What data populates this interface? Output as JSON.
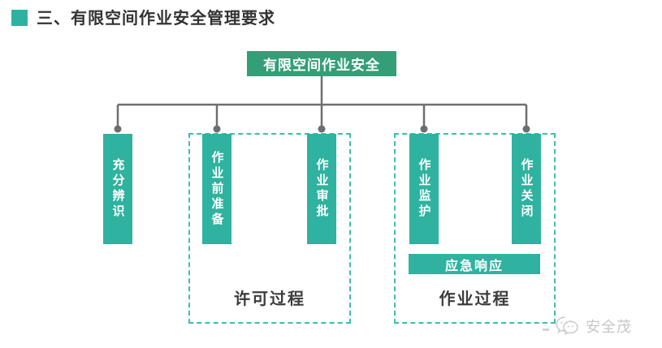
{
  "title": {
    "text": "三、有限空间作业安全管理要求"
  },
  "diagram": {
    "root_label": "有限空间作业安全",
    "columns": [
      {
        "label": "充分辨识"
      },
      {
        "label": "作业前准备"
      },
      {
        "label": "作业审批"
      },
      {
        "label": "作业监护"
      },
      {
        "label": "作业关闭"
      }
    ],
    "groups": [
      {
        "label": "许可过程"
      },
      {
        "label": "作业过程"
      }
    ],
    "emergency_label": "应急响应"
  },
  "watermark": {
    "brand": "安全茂",
    "icon": "chat-bubbles-icon"
  },
  "colors": {
    "title_bullet": "#2cb3a0",
    "root_box": "#349e77",
    "column_box": "#2fb2a0",
    "dashed_border": "#40bcab",
    "connector": "#6e6e6e",
    "label_text": "#3c3c3c",
    "watermark": "#c9c9c9"
  }
}
